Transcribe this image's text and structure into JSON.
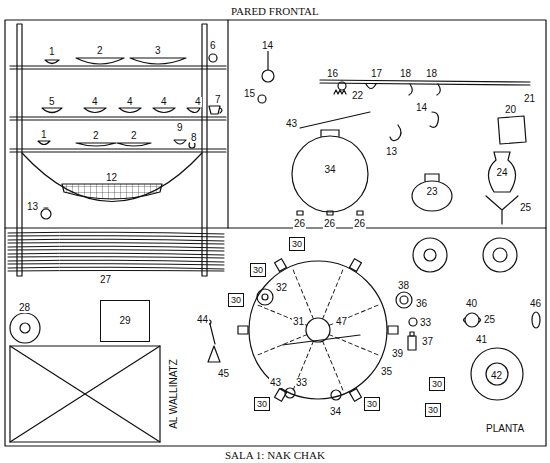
{
  "diagram": {
    "title": "PARED FRONTAL",
    "caption": "SALA 1: NAK CHAK",
    "nodes": [
      {
        "text": [
          "34"
        ]
      },
      {
        "text": [
          "23"
        ]
      },
      {
        "text": [
          "24"
        ]
      },
      {
        "text": [
          "29"
        ]
      },
      {
        "text": [
          "31"
        ]
      },
      {
        "text": [
          "30"
        ]
      },
      {
        "text": [
          "30"
        ]
      },
      {
        "text": [
          "30"
        ]
      },
      {
        "text": [
          "30"
        ]
      },
      {
        "text": [
          "30"
        ]
      },
      {
        "text": [
          "30"
        ]
      },
      {
        "text": [
          "30"
        ]
      }
    ],
    "labels": [
      "1",
      "2",
      "3",
      "6",
      "5",
      "4",
      "4",
      "4",
      "4",
      "7",
      "1",
      "2",
      "2",
      "9",
      "8",
      "12",
      "13",
      "27",
      "14",
      "15",
      "16",
      "17",
      "22",
      "18",
      "18",
      "21",
      "14",
      "20",
      "13",
      "43",
      "26",
      "26",
      "26",
      "25",
      "28",
      "AL WALLINATZ",
      "44",
      "45",
      "32",
      "47",
      "38",
      "36",
      "33",
      "37",
      "39",
      "35",
      "40",
      "25",
      "41",
      "46",
      "42",
      "43",
      "33",
      "34",
      "PLANTA"
    ]
  }
}
